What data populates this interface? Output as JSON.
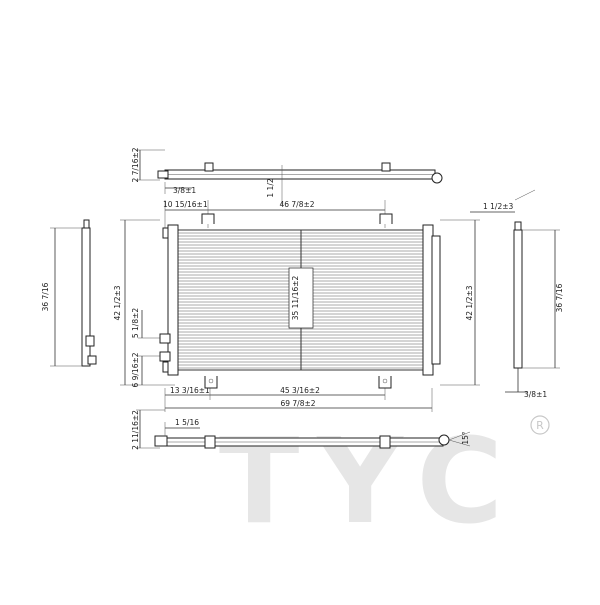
{
  "drawing": {
    "line_color": "#333333",
    "watermark_color": "#e6e6e6",
    "watermark_text": "TYC",
    "registered_mark": "R"
  },
  "dimensions": {
    "top_height": "2 7/16±2",
    "top_offset": "3/8±1",
    "top_rise": "1 1/2",
    "left_bracket": "10 15/16±1",
    "center_span": "46 7/8±2",
    "right_top": "1 1/2±3",
    "core_center_height": "35 11/16±2",
    "left_overall_height": "42 1/2±3",
    "right_overall_height": "42 1/2±3",
    "left_side_height": "36 7/16",
    "right_side_height": "36 7/16",
    "fitting_upper": "5 1/8±2",
    "fitting_lower": "6 9/16±2",
    "bottom_left_mount": "13 3/16±1",
    "bottom_mount_span": "45 3/16±2",
    "overall_width": "69 7/8±2",
    "right_bottom_offset": "3/8±1",
    "bottom_height": "2 11/16±2",
    "bottom_offset": "1 5/16",
    "bottom_angle": "15°"
  }
}
